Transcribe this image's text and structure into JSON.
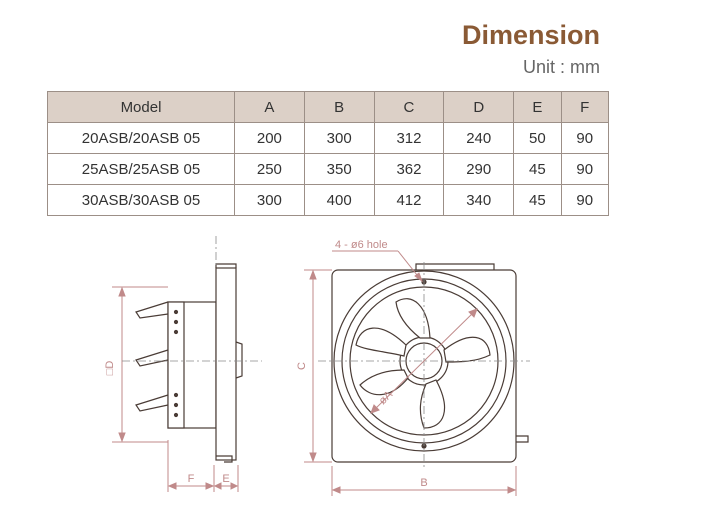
{
  "header": {
    "title": "Dimension",
    "unit": "Unit : mm"
  },
  "table": {
    "columns": [
      "Model",
      "A",
      "B",
      "C",
      "D",
      "E",
      "F"
    ],
    "rows": [
      [
        "20ASB/20ASB 05",
        "200",
        "300",
        "312",
        "240",
        "50",
        "90"
      ],
      [
        "25ASB/25ASB 05",
        "250",
        "350",
        "362",
        "290",
        "45",
        "90"
      ],
      [
        "30ASB/30ASB 05",
        "300",
        "400",
        "412",
        "340",
        "45",
        "90"
      ]
    ]
  },
  "drawing": {
    "side": {
      "d_label": "□D",
      "f_label": "F",
      "e_label": "E"
    },
    "front": {
      "hole_label": "4 - ø6 hole",
      "c_label": "C",
      "a_label": "øA",
      "b_label": "B"
    }
  },
  "colors": {
    "accent": "#8a5a35",
    "dimension": "#c08a8a",
    "line": "#4a3c36",
    "header_bg": "#dcd0c7"
  }
}
